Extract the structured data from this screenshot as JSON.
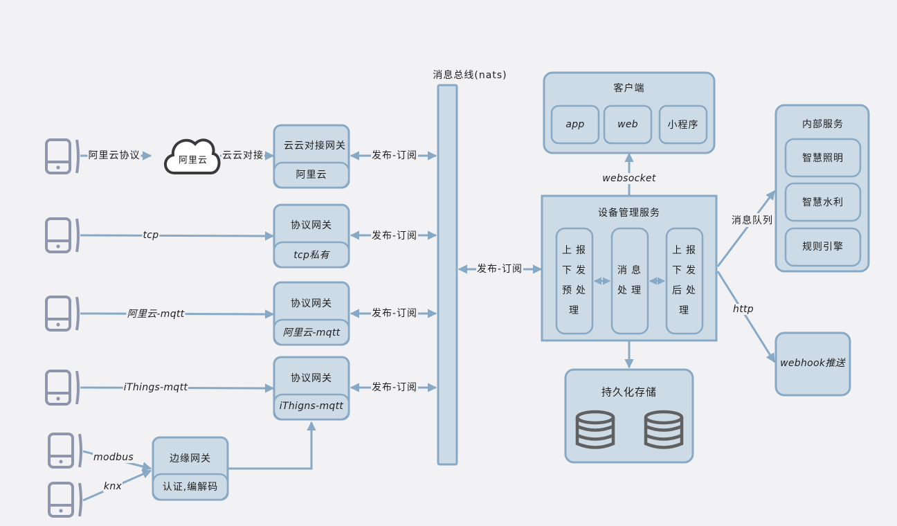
{
  "diagram": {
    "bus": {
      "label": "消息总线(nats)"
    },
    "devices": [
      {
        "name": "device-aliyun",
        "link_label": "阿里云协议"
      },
      {
        "name": "device-tcp",
        "link_label": "tcp"
      },
      {
        "name": "device-aliyun-mqtt",
        "link_label": "阿里云-mqtt"
      },
      {
        "name": "device-ithings-mqtt",
        "link_label": "iThings-mqtt"
      },
      {
        "name": "device-modbus",
        "link_label": "modbus"
      },
      {
        "name": "device-knx",
        "link_label": "knx"
      }
    ],
    "cloud": {
      "label": "阿里云",
      "link_label": "云云对接"
    },
    "gateways": [
      {
        "title": "云云对接网关",
        "sub": "阿里云"
      },
      {
        "title": "协议网关",
        "sub": "tcp私有"
      },
      {
        "title": "协议网关",
        "sub": "阿里云-mqtt"
      },
      {
        "title": "协议网关",
        "sub": "iThigns-mqtt"
      }
    ],
    "edge_gateway": {
      "title": "边缘网关",
      "sub": "认证,编解码"
    },
    "pubsub_label": "发布-订阅",
    "device_service": {
      "title": "设备管理服务",
      "stages": [
        {
          "label": "上报\n下发\n预处\n理"
        },
        {
          "label": "消息\n处理"
        },
        {
          "label": "上报\n下发\n后处\n理"
        }
      ]
    },
    "client": {
      "title": "客户端",
      "items": [
        "app",
        "web",
        "小程序"
      ],
      "link_label": "websocket"
    },
    "internal": {
      "title": "内部服务",
      "items": [
        "智慧照明",
        "智慧水利",
        "规则引擎"
      ],
      "link_label": "消息队列"
    },
    "webhook": {
      "label": "webhook推送",
      "link_label": "http"
    },
    "storage": {
      "title": "持久化存储"
    },
    "colors": {
      "background": "#f2f2f4",
      "box_fill": "#cddbe7",
      "box_stroke": "#87a9c6",
      "phone": "#8e96ad",
      "database": "#606060"
    }
  }
}
